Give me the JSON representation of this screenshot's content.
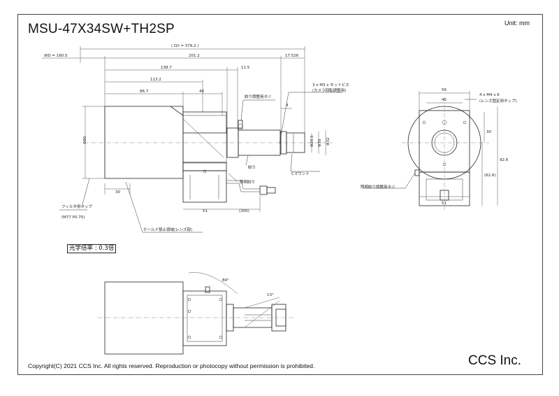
{
  "title": "MSU-47X34SW+TH2SP",
  "unit": "Unit: mm",
  "copyright": "Copyright(C) 2021 CCS Inc. All rights reserved. Reproduction or photocopy without permission is prohibited.",
  "company": "CCS Inc.",
  "magnification": "光学倍率 : 0.3倍",
  "dimensions": {
    "oi": "( O/I = 379.2 )",
    "wd": "WD = 160.5",
    "d201": "201.2",
    "d17": "17.526",
    "d138": "138.7",
    "d11": "11.5",
    "d113": "113.2",
    "d86": "86.7",
    "d40": "40",
    "d4": "4",
    "d30": "30",
    "d51": "51",
    "d300": "(300)",
    "dia80": "Φ80",
    "dia29": "Φ29.5",
    "dia30": "Φ30",
    "dia32": "Φ32",
    "r56": "56",
    "r45": "45",
    "r30": "30",
    "r62": "(62.6)",
    "r92": "92.6",
    "r51": "51",
    "a13": "13°",
    "a84": "84°"
  },
  "labels": {
    "set_screw": "3 x M3 x セットビス",
    "cam_rot": "(カメラ回転調整用)",
    "iris_screw": "絞り調整用ネジ",
    "iris": "絞り",
    "cmount": "Cマウント",
    "illum": "照明絞り",
    "filter_tap": "フィルタ用タップ",
    "filter_spec": "(M77  P0.75)",
    "hold": "ホールド禁止領域(レンズ部)",
    "m4": "4 x M4 x 6",
    "lens_tap": "(レンズ固定用タップ)",
    "illum_screw": "照明絞り調整用ネジ"
  }
}
